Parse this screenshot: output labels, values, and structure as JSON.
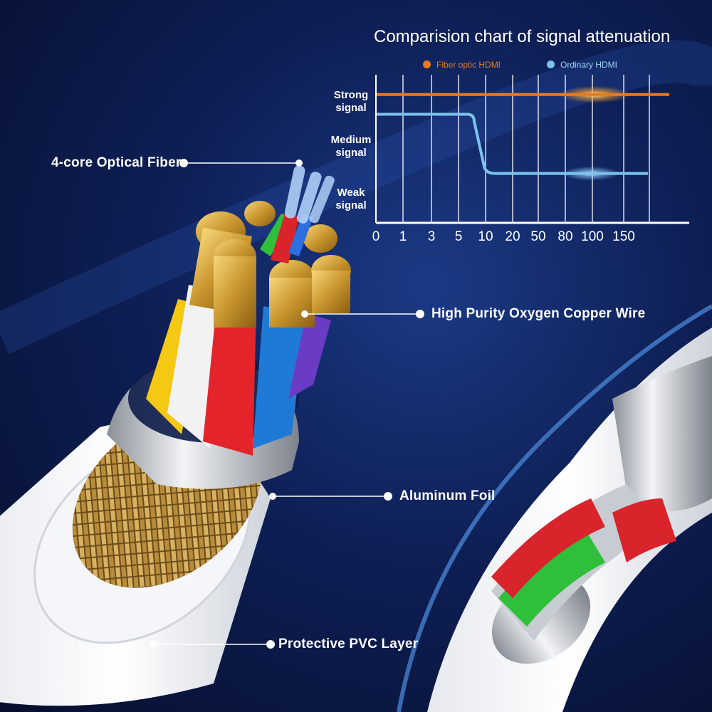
{
  "colors": {
    "fiber": "#e87a1e",
    "ordinary": "#7cc3ec",
    "grid": "#ffffff"
  },
  "callouts": {
    "optical_fiber": "4-core Optical Fiber",
    "copper_wire": "High Purity Oxygen Copper Wire",
    "aluminum_foil": "Aluminum Foil",
    "pvc_layer": "Protective PVC Layer"
  },
  "chart_data": {
    "type": "line",
    "title": "Comparision chart of signal attenuation",
    "categories": [
      "0",
      "1",
      "3",
      "5",
      "10",
      "20",
      "50",
      "80",
      "100",
      "150"
    ],
    "y_levels": [
      "Weak signal",
      "Medium signal",
      "Strong signal"
    ],
    "y_labels": {
      "strong": [
        "Strong",
        "signal"
      ],
      "medium": [
        "Medium",
        "signal"
      ],
      "weak": [
        "Weak",
        "signal"
      ]
    },
    "ylim": [
      0,
      3
    ],
    "grid": true,
    "legend": "top",
    "series": [
      {
        "name": "Fiber optic HDMI",
        "values": [
          2.6,
          2.6,
          2.6,
          2.6,
          2.6,
          2.6,
          2.6,
          2.6,
          2.6,
          2.6
        ]
      },
      {
        "name": "Ordinary HDMI",
        "values": [
          2.2,
          2.2,
          2.2,
          2.2,
          1.0,
          1.0,
          1.0,
          1.0,
          1.0,
          1.0
        ]
      }
    ]
  }
}
